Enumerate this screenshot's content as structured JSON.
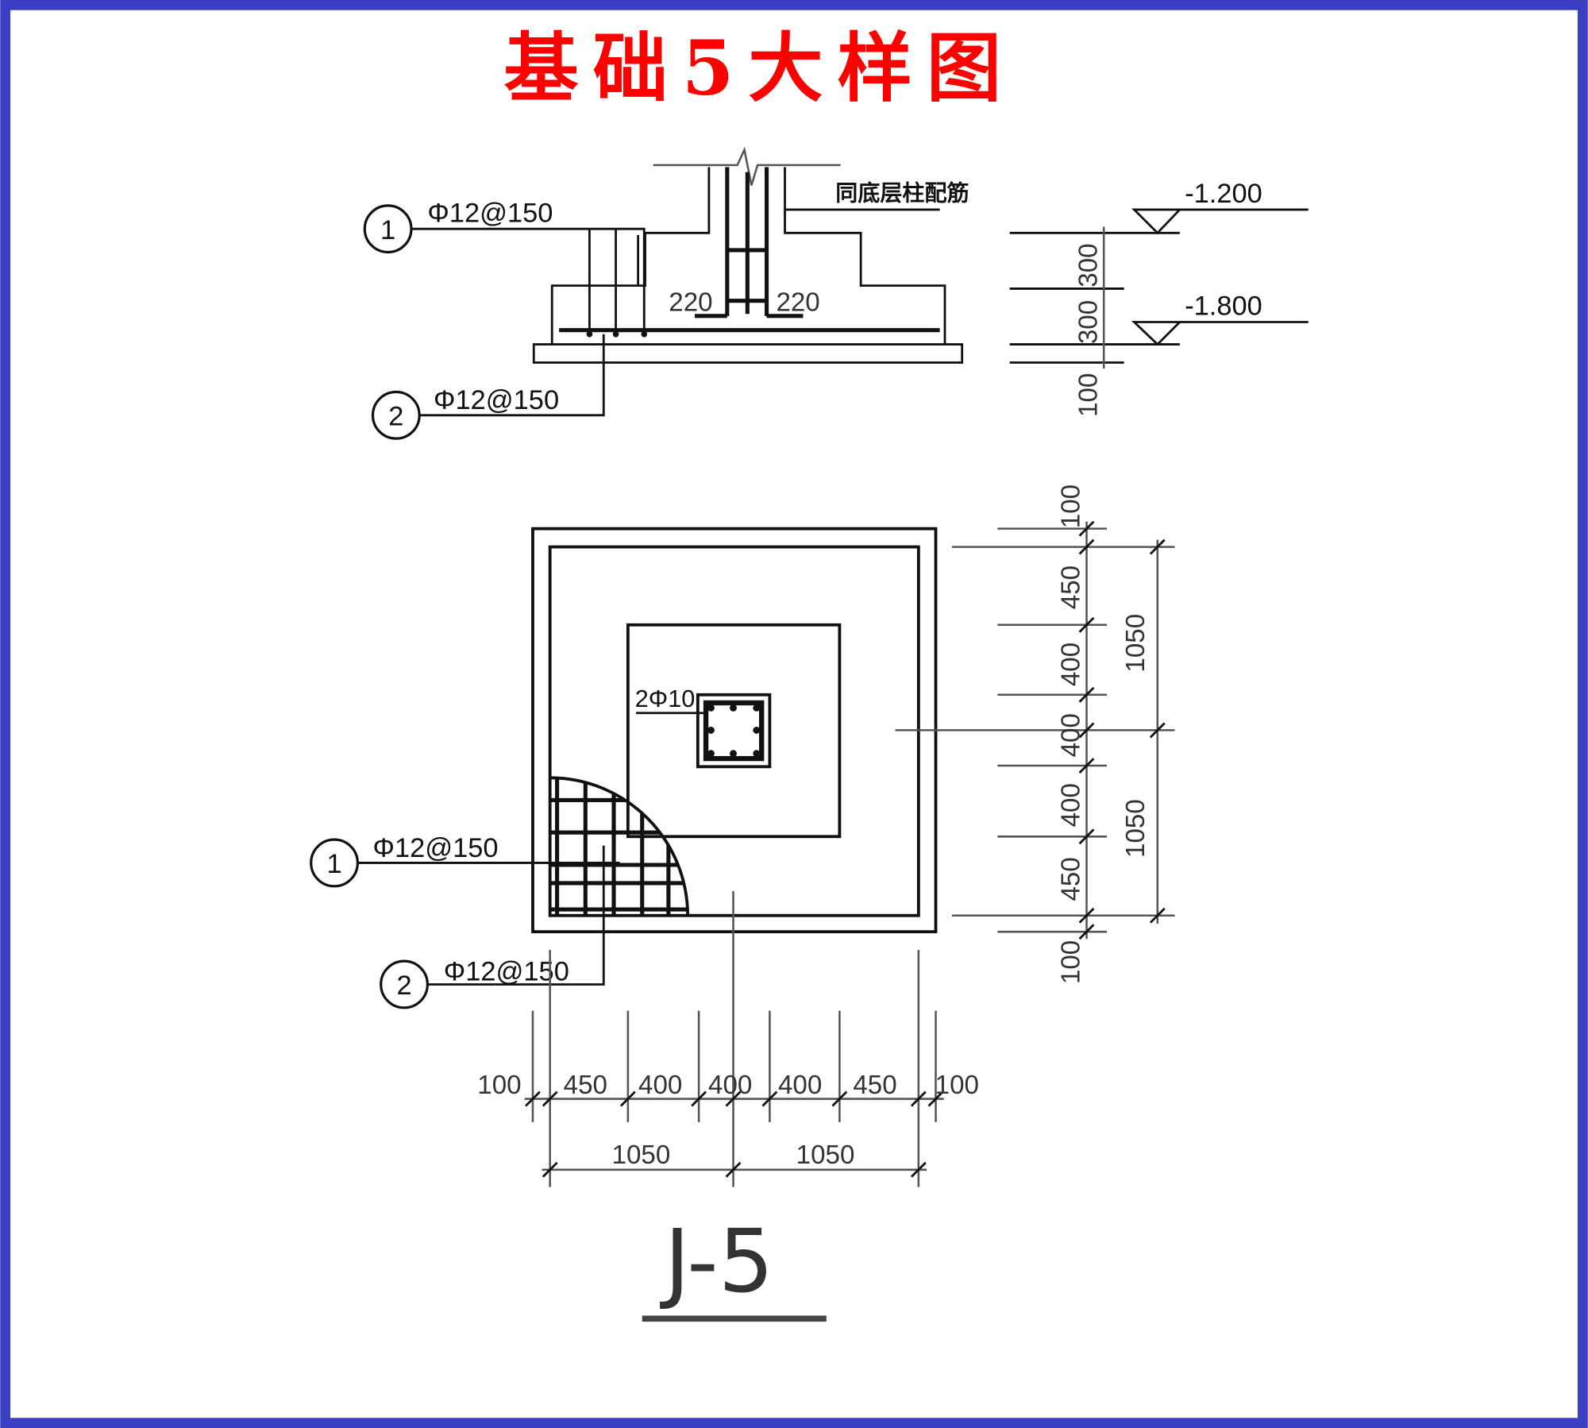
{
  "title": "基础5大样图",
  "section": {
    "callout_1_number": "1",
    "callout_1_rebar": "Φ12@150",
    "callout_2_number": "2",
    "callout_2_rebar": "Φ12@150",
    "column_note": "同底层柱配筋",
    "left_anchor": "220",
    "right_anchor": "220",
    "elevation_top": "-1.200",
    "elevation_bottom": "-1.800",
    "dims": [
      "300",
      "300",
      "100"
    ]
  },
  "plan": {
    "callout_1_number": "1",
    "callout_1_rebar": "Φ12@150",
    "callout_2_number": "2",
    "callout_2_rebar": "Φ12@150",
    "column_rebar": "2Φ10",
    "right_dims": [
      "100",
      "450",
      "400",
      "400",
      "400",
      "450",
      "100"
    ],
    "right_totals": [
      "1050",
      "1050"
    ],
    "bottom_dims": [
      "100",
      "450",
      "400",
      "400",
      "400",
      "450",
      "100"
    ],
    "bottom_totals": [
      "1050",
      "1050"
    ]
  },
  "label": "J-5",
  "colors": {
    "border": "#3a3fc4",
    "title": "#ff0000"
  }
}
